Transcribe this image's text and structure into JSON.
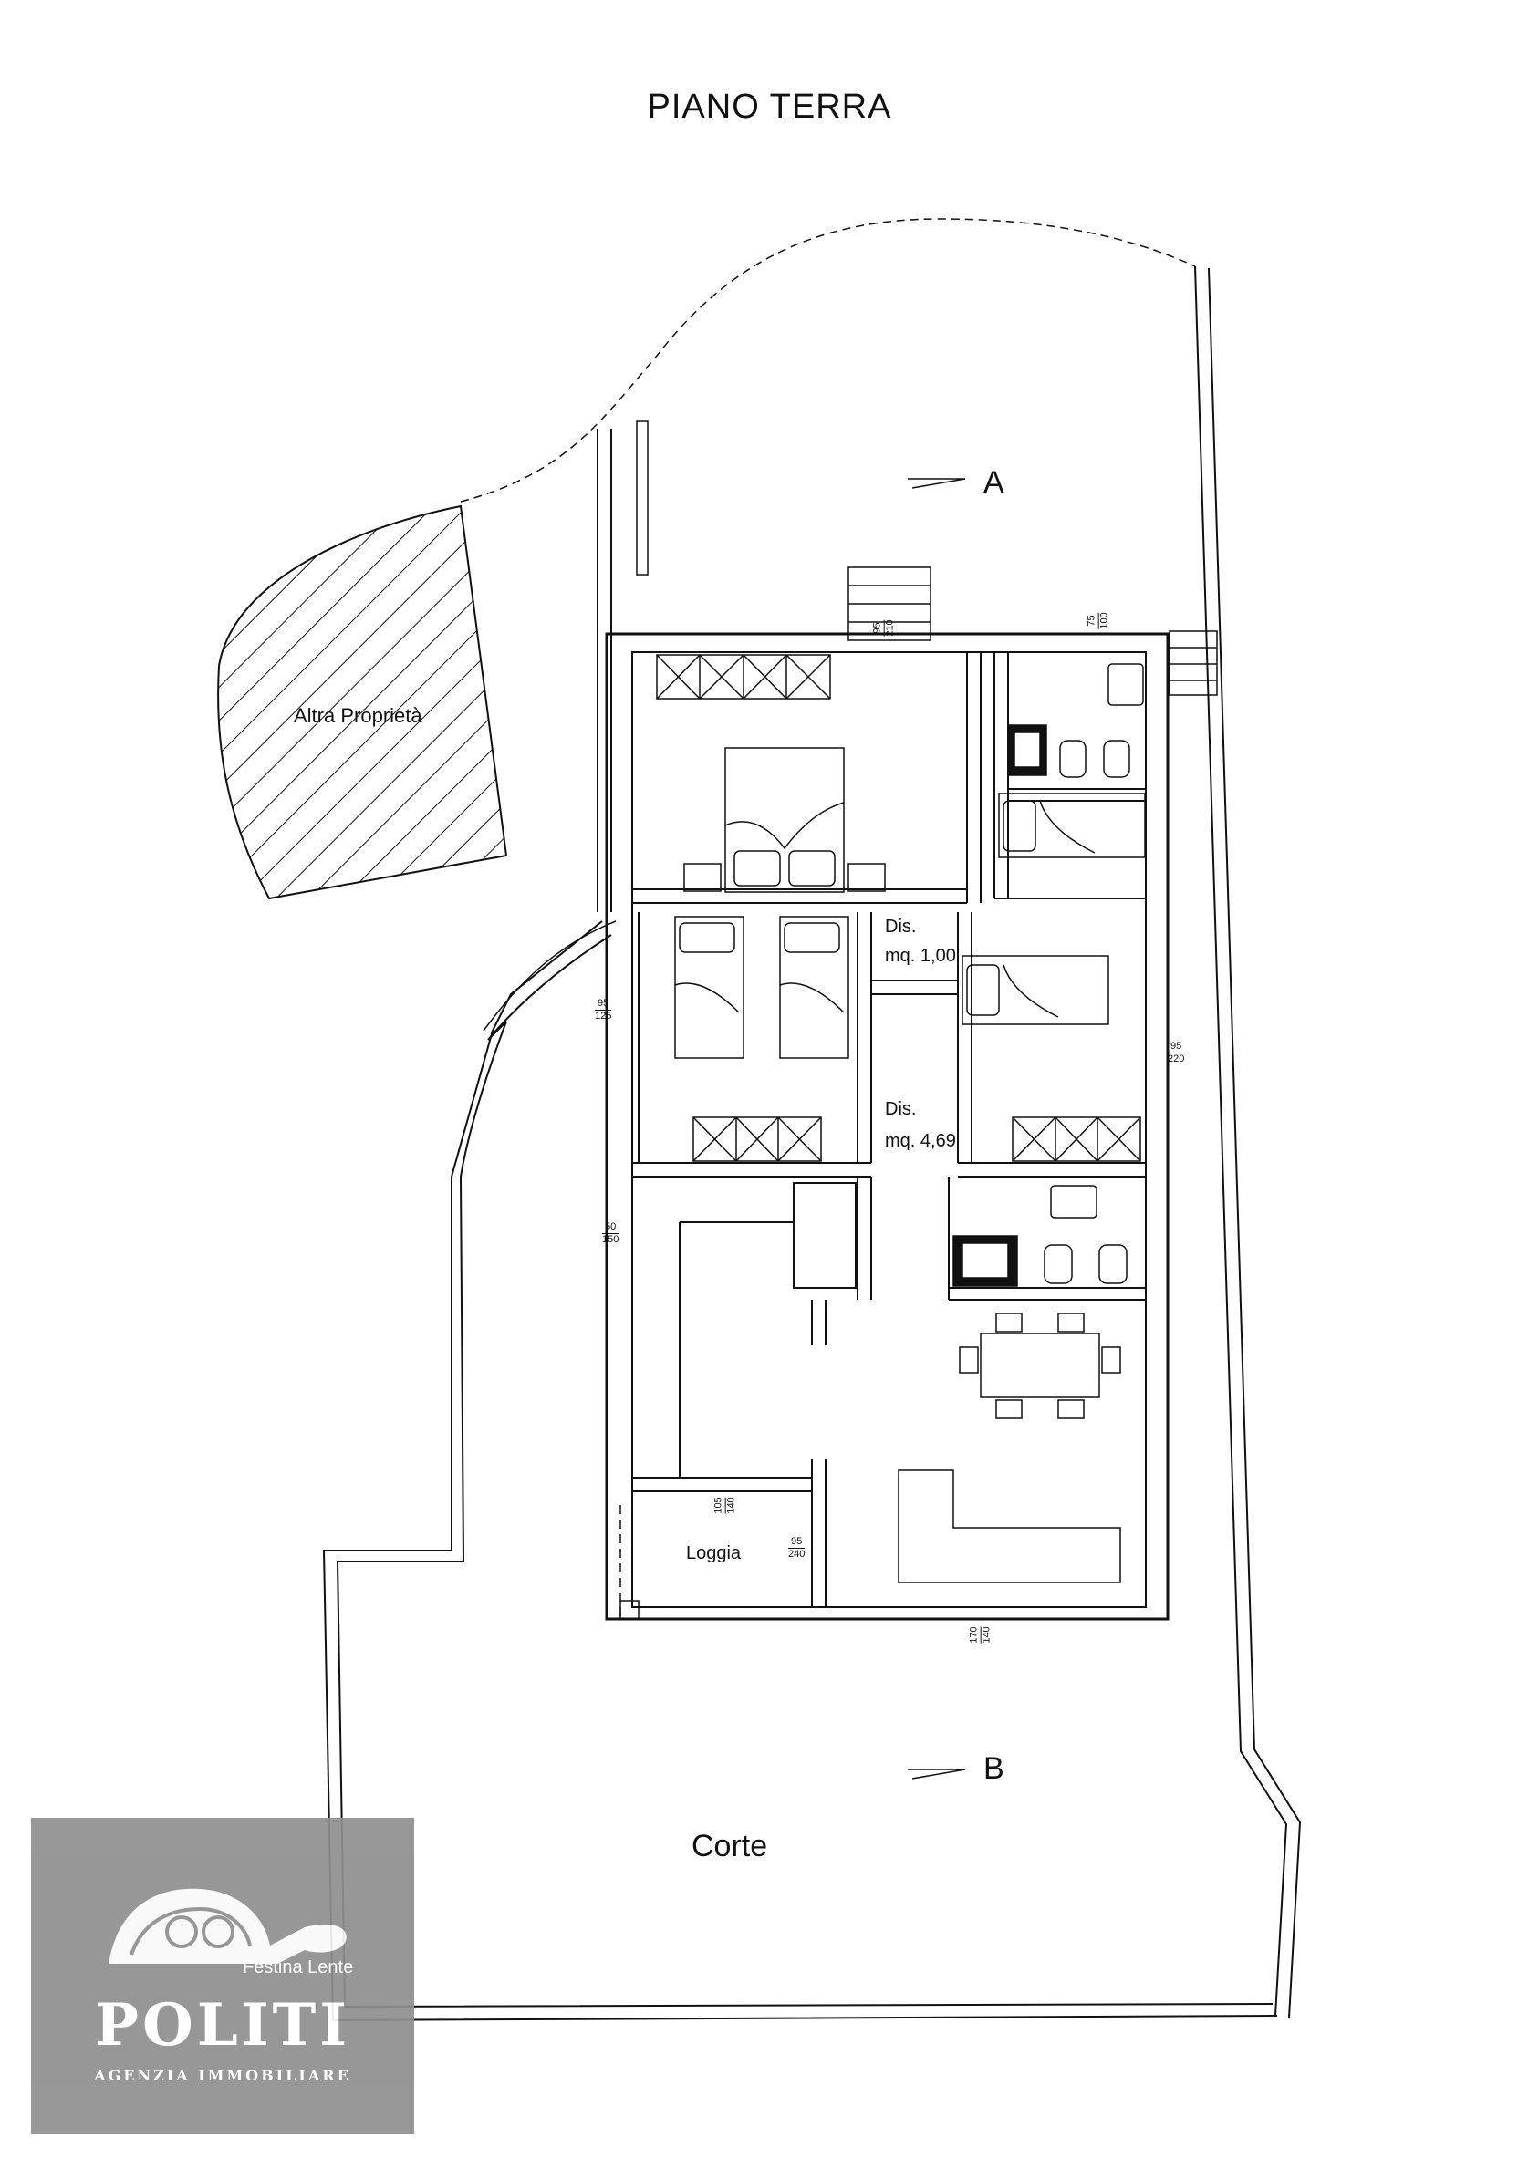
{
  "title": "PIANO TERRA",
  "labels": {
    "altra_proprieta": "Altra Proprietà",
    "section_a": "A",
    "section_b": "B",
    "dis_1": "Dis.",
    "dis_1_area": "mq. 1,00",
    "dis_2": "Dis.",
    "dis_2_area": "mq. 4,69",
    "loggia": "Loggia",
    "corte": "Corte"
  },
  "dimensions": {
    "stair_top": [
      "95",
      "210"
    ],
    "bath_top": [
      "75",
      "100"
    ],
    "left_window_1": [
      "95",
      "125"
    ],
    "right_window": [
      "95",
      "220"
    ],
    "left_window_2": [
      "50",
      "150"
    ],
    "loggia_door": [
      "105",
      "140"
    ],
    "loggia_window": [
      "95",
      "240"
    ],
    "bottom_window": [
      "170",
      "140"
    ]
  },
  "logo": {
    "brand": "POLITI",
    "tagline": "AGENZIA IMMOBILIARE",
    "motto": "Festina Lente"
  },
  "colors": {
    "line": "#111111",
    "logo_bg": "#8f8f8f",
    "logo_text": "#ffffff"
  }
}
